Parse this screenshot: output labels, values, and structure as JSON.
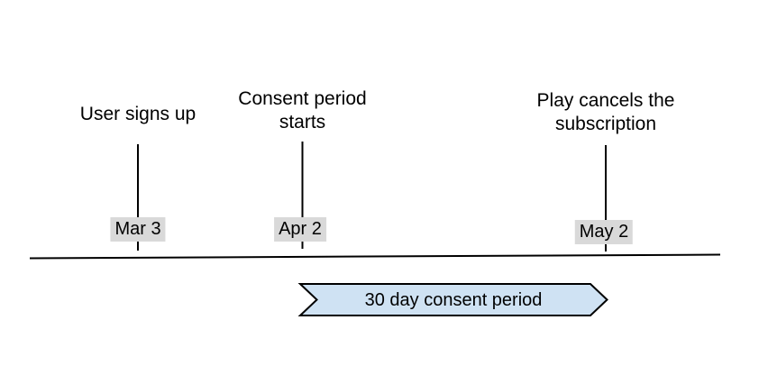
{
  "colors": {
    "background": "#ffffff",
    "text": "#000000",
    "line": "#000000",
    "chip_bg": "#d9d9d9",
    "banner_fill": "#cfe2f3",
    "banner_border": "#000000"
  },
  "timeline": {
    "events": [
      {
        "lines": [
          "User signs up"
        ],
        "date": "Mar 3"
      },
      {
        "lines": [
          "Consent period",
          "starts"
        ],
        "date": "Apr 2"
      },
      {
        "lines": [
          "Play cancels the",
          "subscription"
        ],
        "date": "May 2"
      }
    ],
    "banner": {
      "label": "30 day consent period"
    }
  }
}
